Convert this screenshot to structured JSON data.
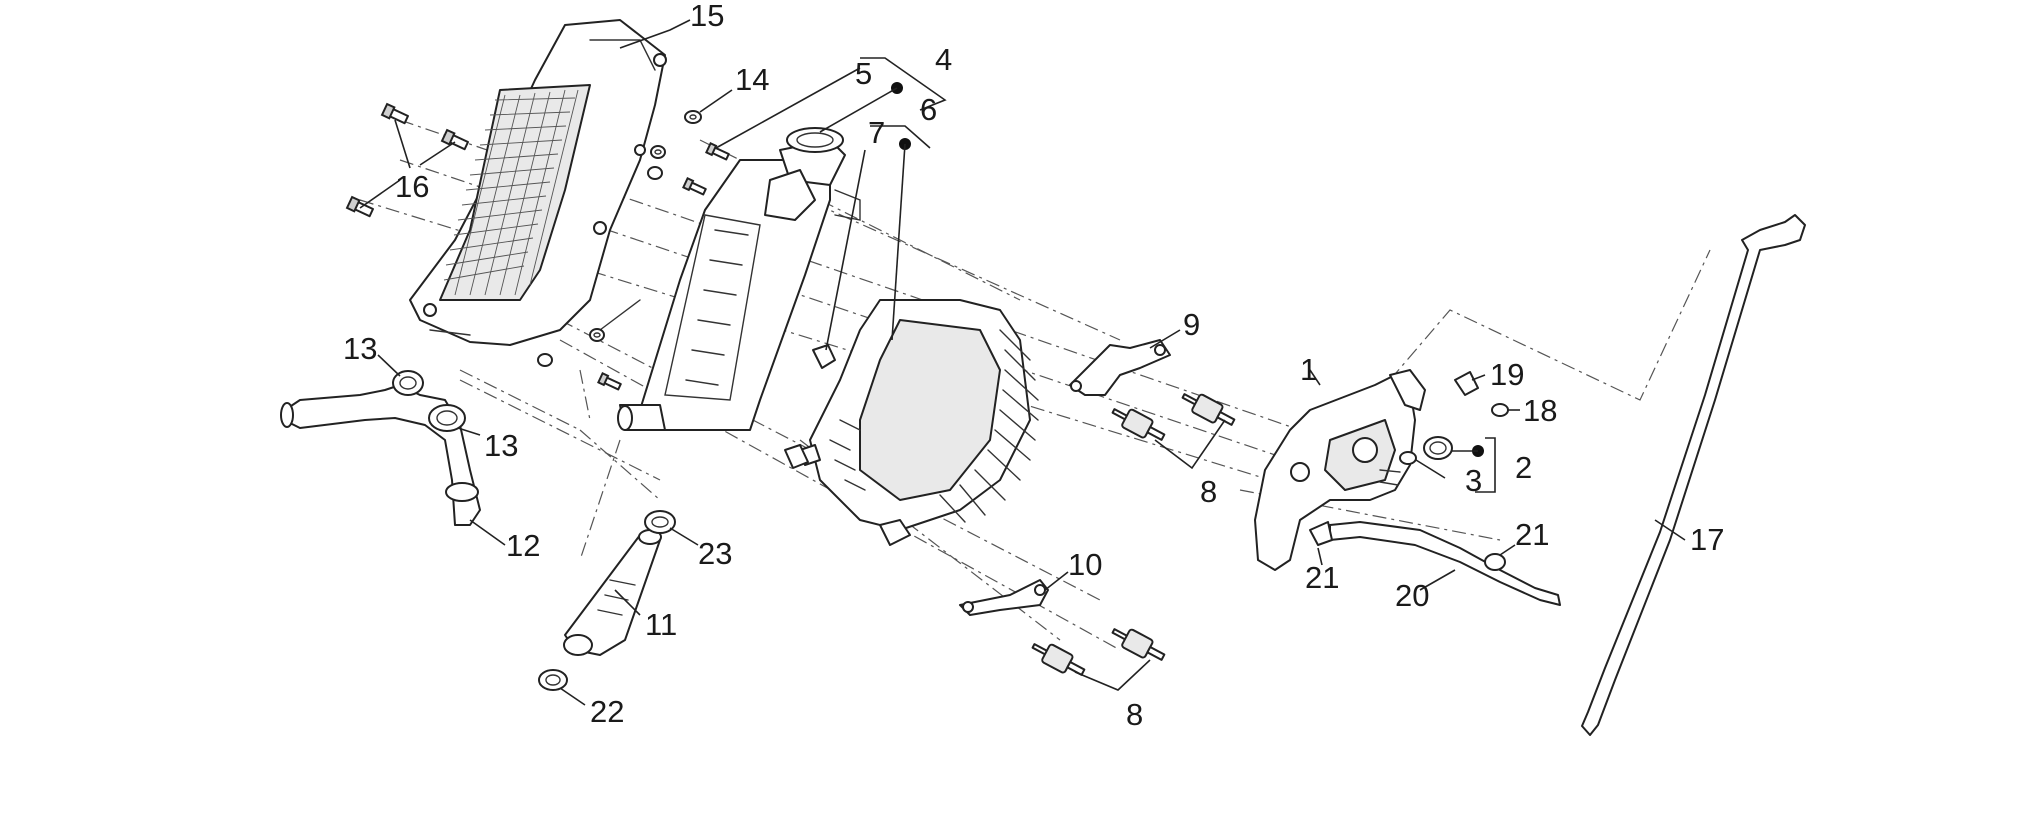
{
  "diagram": {
    "callouts": [
      {
        "id": "c1",
        "label": "1"
      },
      {
        "id": "c2",
        "label": "2"
      },
      {
        "id": "c3",
        "label": "3"
      },
      {
        "id": "c4",
        "label": "4"
      },
      {
        "id": "c5",
        "label": "5"
      },
      {
        "id": "c6",
        "label": "6"
      },
      {
        "id": "c7",
        "label": "7"
      },
      {
        "id": "c8a",
        "label": "8"
      },
      {
        "id": "c8b",
        "label": "8"
      },
      {
        "id": "c9",
        "label": "9"
      },
      {
        "id": "c10",
        "label": "10"
      },
      {
        "id": "c11",
        "label": "11"
      },
      {
        "id": "c12",
        "label": "12"
      },
      {
        "id": "c13a",
        "label": "13"
      },
      {
        "id": "c13b",
        "label": "13"
      },
      {
        "id": "c14",
        "label": "14"
      },
      {
        "id": "c15",
        "label": "15"
      },
      {
        "id": "c16",
        "label": "16"
      },
      {
        "id": "c17",
        "label": "17"
      },
      {
        "id": "c18",
        "label": "18"
      },
      {
        "id": "c19",
        "label": "19"
      },
      {
        "id": "c20",
        "label": "20"
      },
      {
        "id": "c21a",
        "label": "21"
      },
      {
        "id": "c21b",
        "label": "21"
      },
      {
        "id": "c22",
        "label": "22"
      },
      {
        "id": "c23",
        "label": "23"
      }
    ]
  }
}
